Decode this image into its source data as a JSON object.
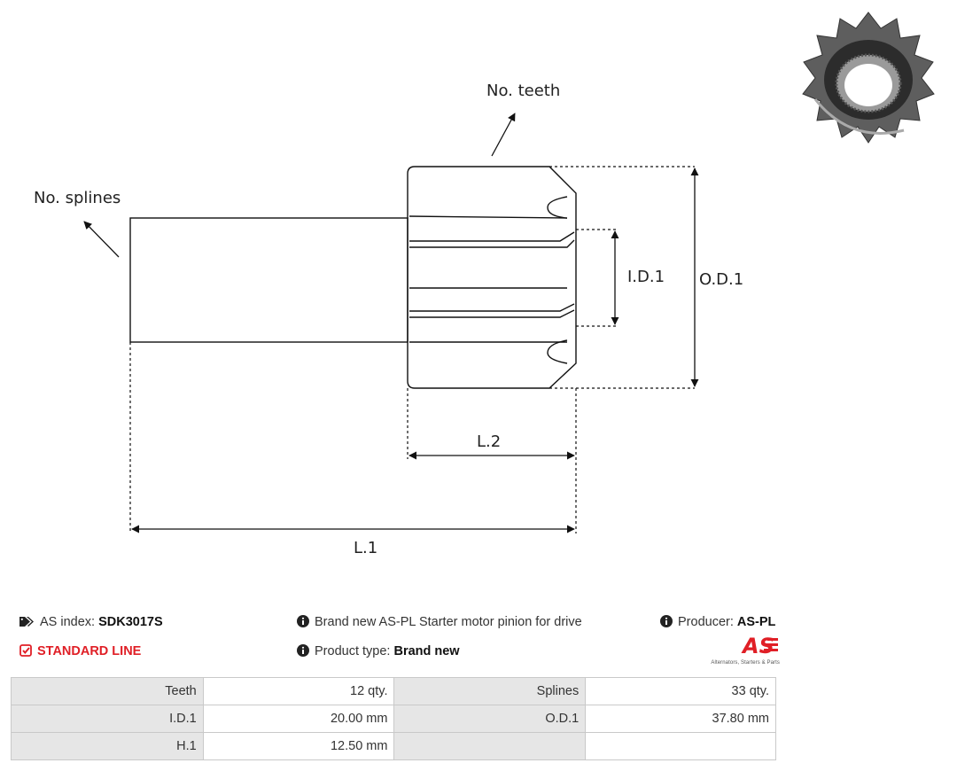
{
  "drawing": {
    "labels": {
      "no_teeth": "No. teeth",
      "no_splines": "No. splines",
      "id1": "I.D.1",
      "od1": "O.D.1",
      "l2": "L.2",
      "l1": "L.1"
    }
  },
  "info": {
    "as_index_label": "AS index:",
    "as_index_value": "SDK3017S",
    "standard_line": "STANDARD LINE",
    "description": "Brand new AS-PL Starter motor pinion for drive",
    "product_type_label": "Product type:",
    "product_type_value": "Brand new",
    "producer_label": "Producer:",
    "producer_value": "AS-PL",
    "logo_text": "AS",
    "logo_tagline": "Alternators, Starters & Parts"
  },
  "specs": {
    "rows": [
      {
        "k1": "Teeth",
        "v1": "12 qty.",
        "k2": "Splines",
        "v2": "33 qty."
      },
      {
        "k1": "I.D.1",
        "v1": "20.00 mm",
        "k2": "O.D.1",
        "v2": "37.80 mm"
      },
      {
        "k1": "H.1",
        "v1": "12.50 mm",
        "k2": "",
        "v2": ""
      }
    ]
  },
  "colors": {
    "accent": "#e01f26",
    "table_key_bg": "#e6e6e6"
  }
}
